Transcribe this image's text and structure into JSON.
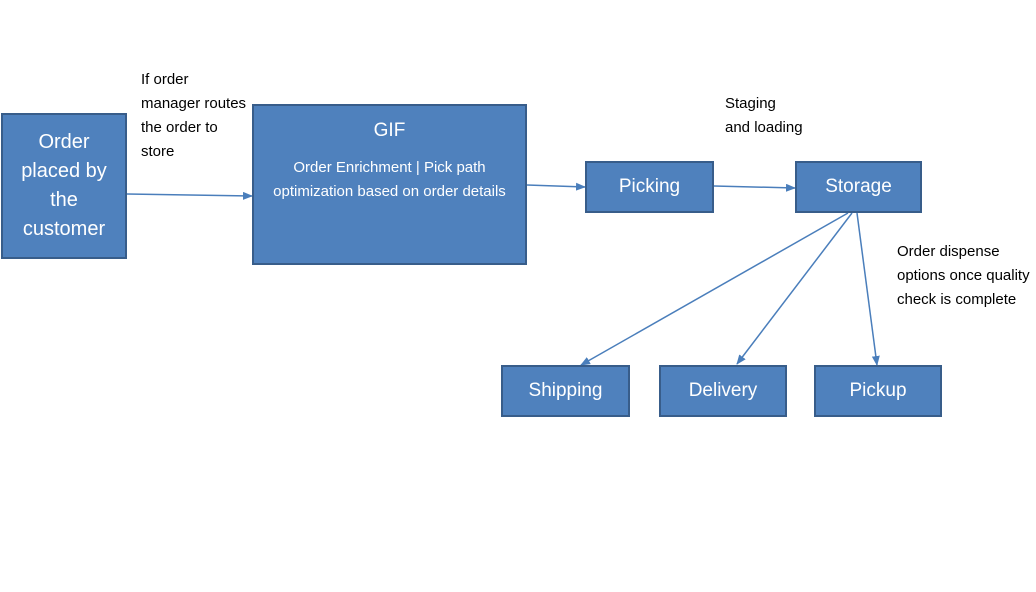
{
  "diagram": {
    "nodes": {
      "order": "Order placed by the customer",
      "gif_title": "GIF",
      "gif_subtitle": "Order Enrichment | Pick path optimization based on order details",
      "picking": "Picking",
      "storage": "Storage",
      "shipping": "Shipping",
      "delivery": "Delivery",
      "pickup": "Pickup"
    },
    "annotations": {
      "routes": "If order manager routes the order to store",
      "staging": "Staging and loading",
      "dispense": "Order dispense options once quality check is complete"
    },
    "edges": [
      {
        "from": "order",
        "to": "gif",
        "label": "If order manager routes the order to store"
      },
      {
        "from": "gif",
        "to": "picking"
      },
      {
        "from": "picking",
        "to": "storage",
        "label": "Staging and loading"
      },
      {
        "from": "storage",
        "to": "shipping"
      },
      {
        "from": "storage",
        "to": "delivery"
      },
      {
        "from": "storage",
        "to": "pickup"
      }
    ],
    "colors": {
      "box_fill": "#4f81bd",
      "box_border": "#385d8a",
      "box_text": "#ffffff",
      "arrow": "#4a7ebb",
      "note_text": "#000000"
    }
  }
}
